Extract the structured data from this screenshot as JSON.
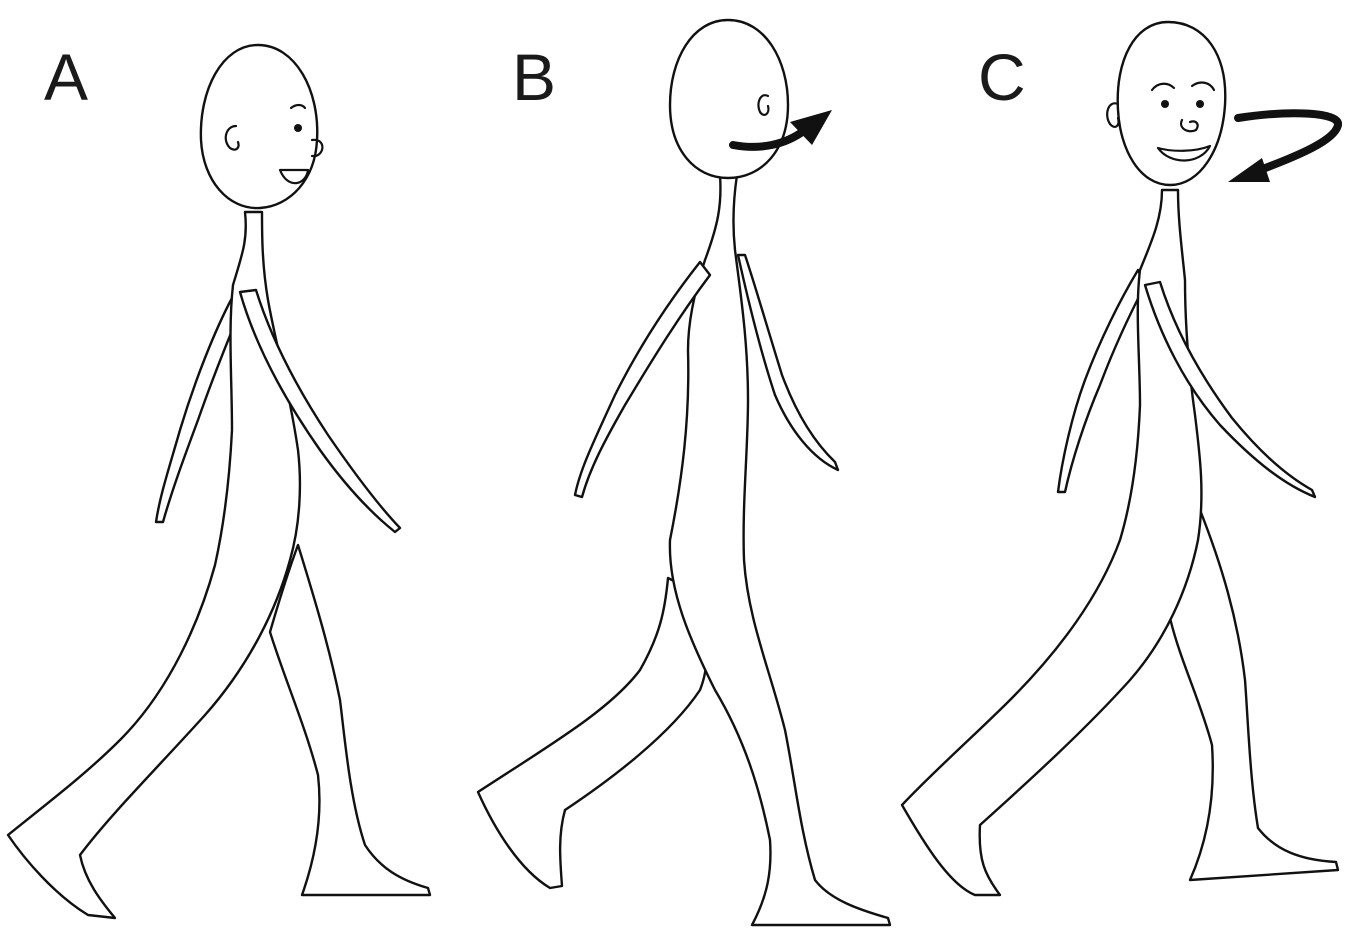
{
  "panels": [
    {
      "label": "A",
      "head_motion": "none"
    },
    {
      "label": "B",
      "head_motion": "turn-away"
    },
    {
      "label": "C",
      "head_motion": "turn-toward"
    }
  ],
  "colors": {
    "stroke": "#111111",
    "background": "#ffffff"
  }
}
